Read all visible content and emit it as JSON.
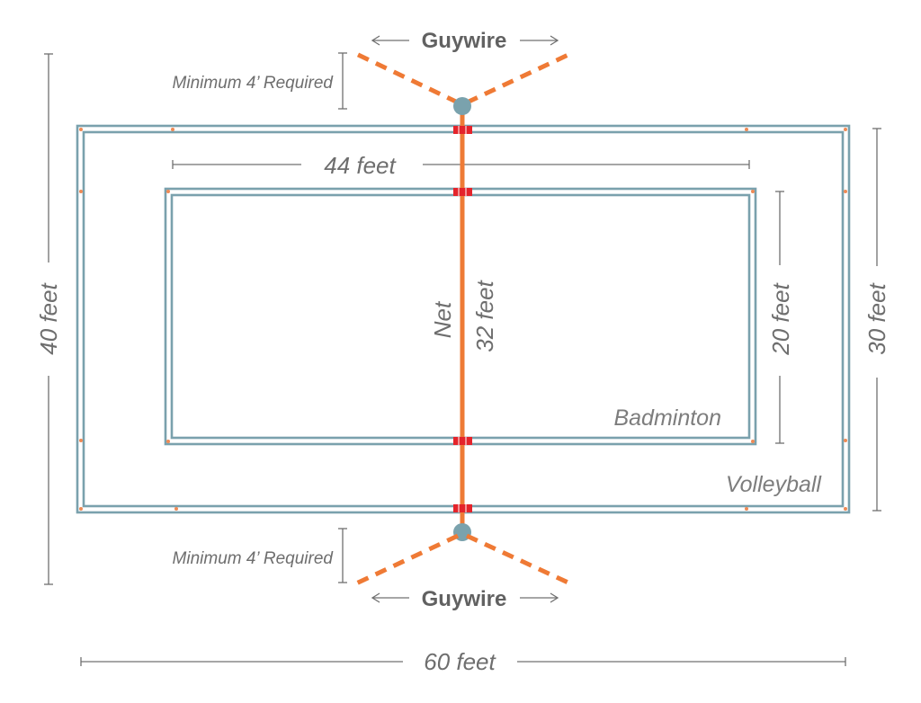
{
  "labels": {
    "guywire_top": "Guywire",
    "guywire_bottom": "Guywire",
    "min_required_top": "Minimum 4’ Required",
    "min_required_bottom": "Minimum 4’ Required",
    "width_44": "44 feet",
    "width_60": "60 feet",
    "height_40": "40 feet",
    "height_30": "30 feet",
    "height_20": "20 feet",
    "net": "Net",
    "net_length": "32 feet",
    "badminton": "Badminton",
    "volleyball": "Volleyball"
  },
  "colors": {
    "court_lines": "#7aa1ad",
    "net": "#ee7b36",
    "guywire": "#ef7a35",
    "pole": "#7aa2ad",
    "net_marker": "#e4242b",
    "dimension": "#707070"
  }
}
